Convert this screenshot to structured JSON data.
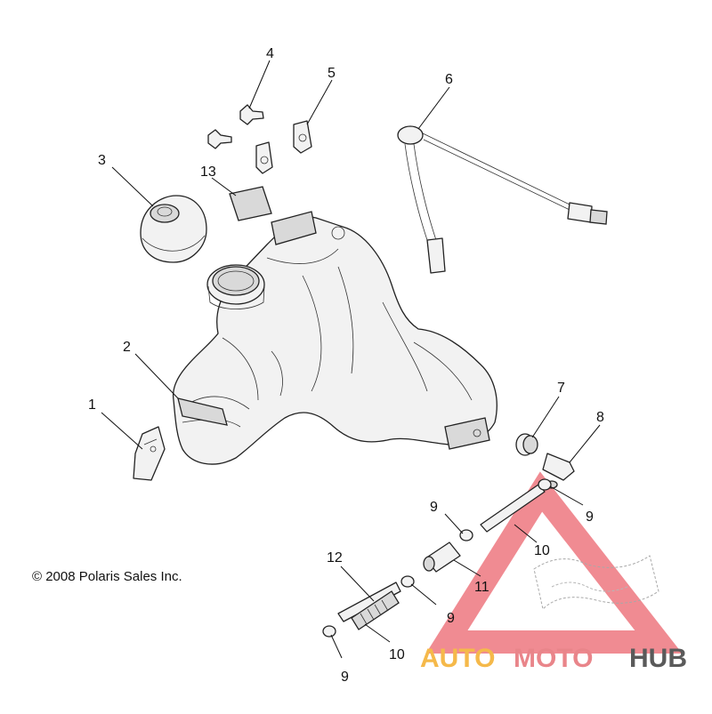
{
  "copyright": "© 2008 Polaris Sales Inc.",
  "callouts": [
    "1",
    "2",
    "3",
    "4",
    "5",
    "6",
    "7",
    "8",
    "9",
    "9",
    "9",
    "9",
    "10",
    "10",
    "11",
    "12",
    "13"
  ],
  "watermark": {
    "auto": "AUTO",
    "moto": "MOTO",
    "hub": "HUB",
    "colors": {
      "auto": "#f5b94a",
      "moto": "#e9858a",
      "hub": "#5a5a5a",
      "triangle": "#e8555f"
    }
  }
}
